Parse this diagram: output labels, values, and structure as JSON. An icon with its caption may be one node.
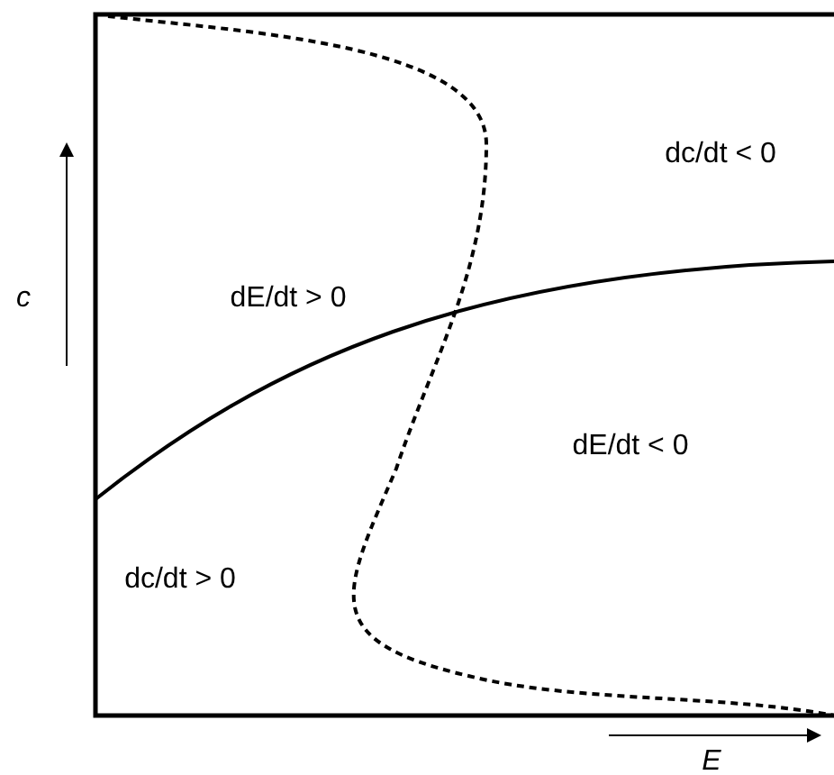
{
  "diagram": {
    "labels": [
      "c",
      "dE/dt > 0",
      "dc/dt < 0",
      "dE/dt < 0",
      "dc/dt > 0",
      "E"
    ]
  }
}
